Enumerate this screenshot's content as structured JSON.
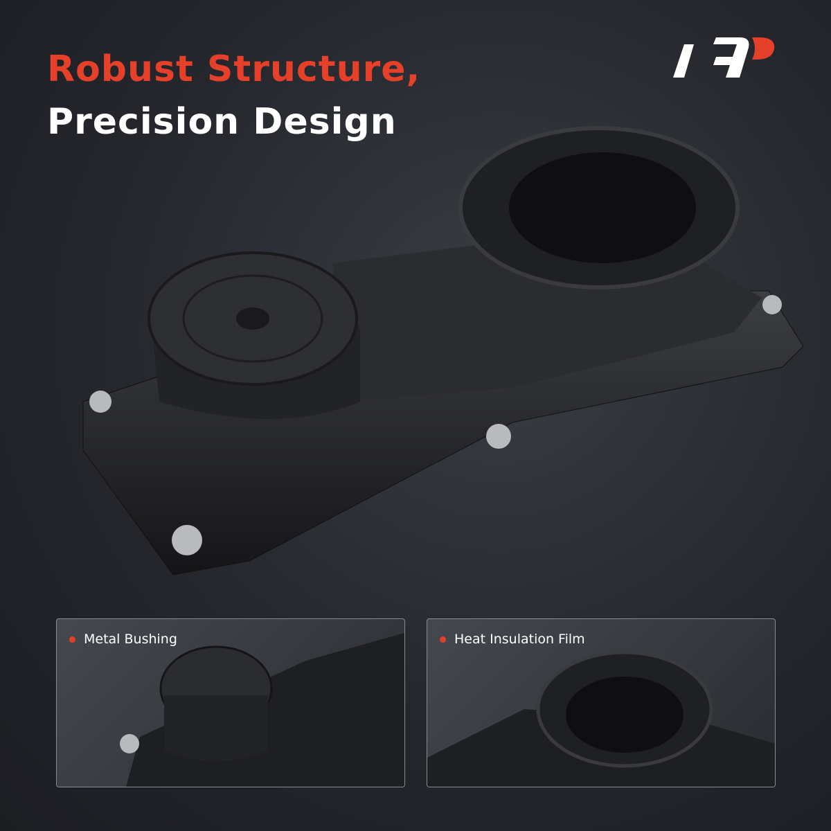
{
  "headline": {
    "line1": "Robust Structure,",
    "line2": "Precision Design"
  },
  "colors": {
    "accent": "#e5412a",
    "text": "#ffffff",
    "background": "#25272d"
  },
  "panels": [
    {
      "label": "Metal Bushing"
    },
    {
      "label": "Heat Insulation Film"
    }
  ]
}
